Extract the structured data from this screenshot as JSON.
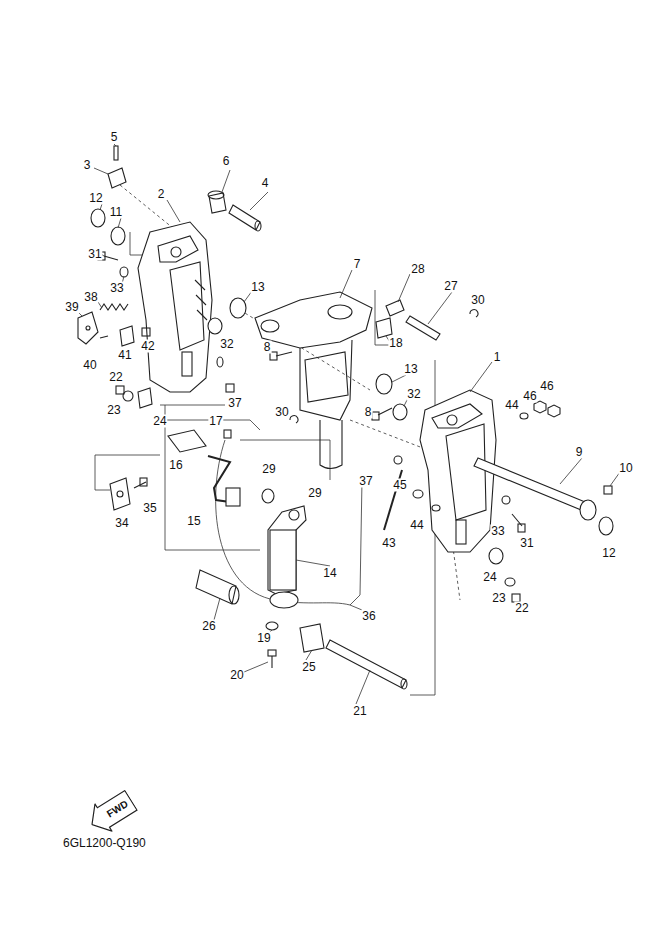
{
  "diagram": {
    "nodes": [
      {
        "text": [
          "FWD"
        ]
      }
    ],
    "labels": [
      "5",
      "3",
      "6",
      "4",
      "2",
      "12",
      "11",
      "31",
      "33",
      "39",
      "38",
      "13",
      "7",
      "28",
      "27",
      "30",
      "41",
      "42",
      "40",
      "18",
      "8",
      "32",
      "13",
      "32",
      "1",
      "46",
      "46",
      "44",
      "22",
      "23",
      "24",
      "37",
      "30",
      "8",
      "17",
      "16",
      "9",
      "10",
      "29",
      "29",
      "37",
      "45",
      "34",
      "35",
      "15",
      "44",
      "33",
      "31",
      "43",
      "12",
      "14",
      "36",
      "26",
      "24",
      "23",
      "22",
      "19",
      "20",
      "25",
      "21",
      "6GL1200-Q190"
    ]
  }
}
